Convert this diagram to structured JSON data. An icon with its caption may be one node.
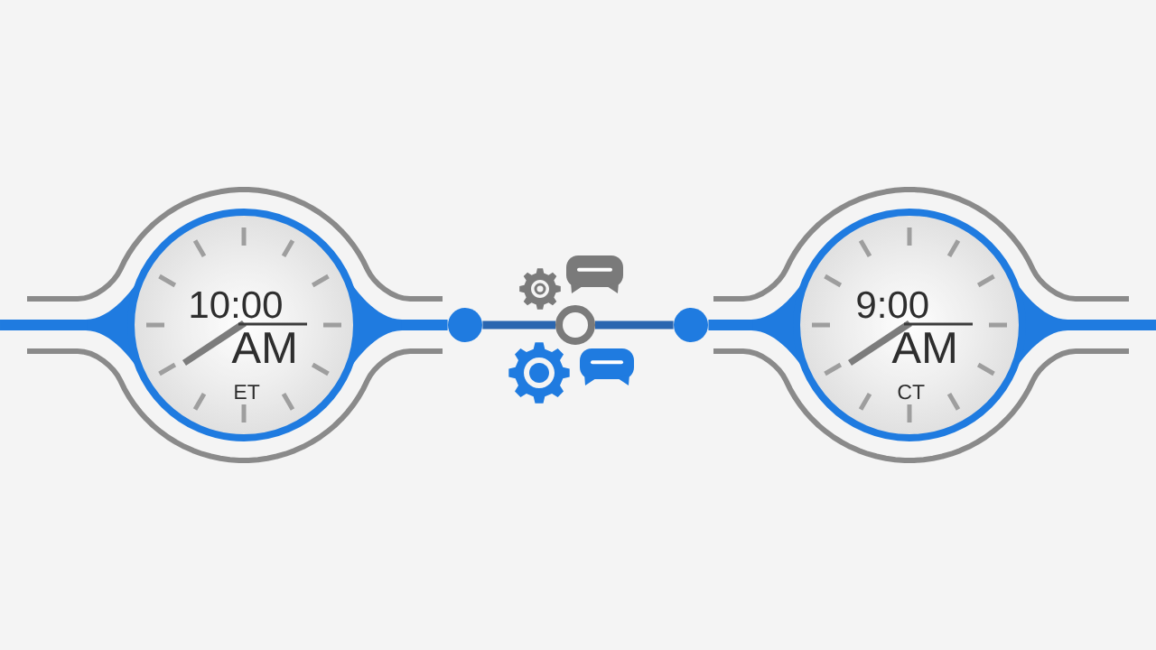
{
  "diagram": {
    "nodes": [
      {
        "text": [
          "10:00",
          "AM",
          "ET"
        ]
      },
      {
        "text": [],
        "shape": "circle"
      },
      {
        "text": [],
        "shape": "circle"
      },
      {
        "text": [],
        "shape": "circle"
      },
      {
        "text": [
          "9:00",
          "AM",
          "CT"
        ]
      }
    ],
    "edges": [
      {
        "from": null,
        "to": 0,
        "arrow": "none"
      },
      {
        "from": 0,
        "to": 1,
        "arrow": "none"
      },
      {
        "from": 1,
        "to": 2,
        "arrow": "none",
        "color": "#2a66b0"
      },
      {
        "from": 2,
        "to": 3,
        "arrow": "none",
        "color": "#2a66b0"
      },
      {
        "from": 3,
        "to": 4,
        "arrow": "none"
      },
      {
        "from": 4,
        "to": null,
        "arrow": "none"
      }
    ]
  }
}
